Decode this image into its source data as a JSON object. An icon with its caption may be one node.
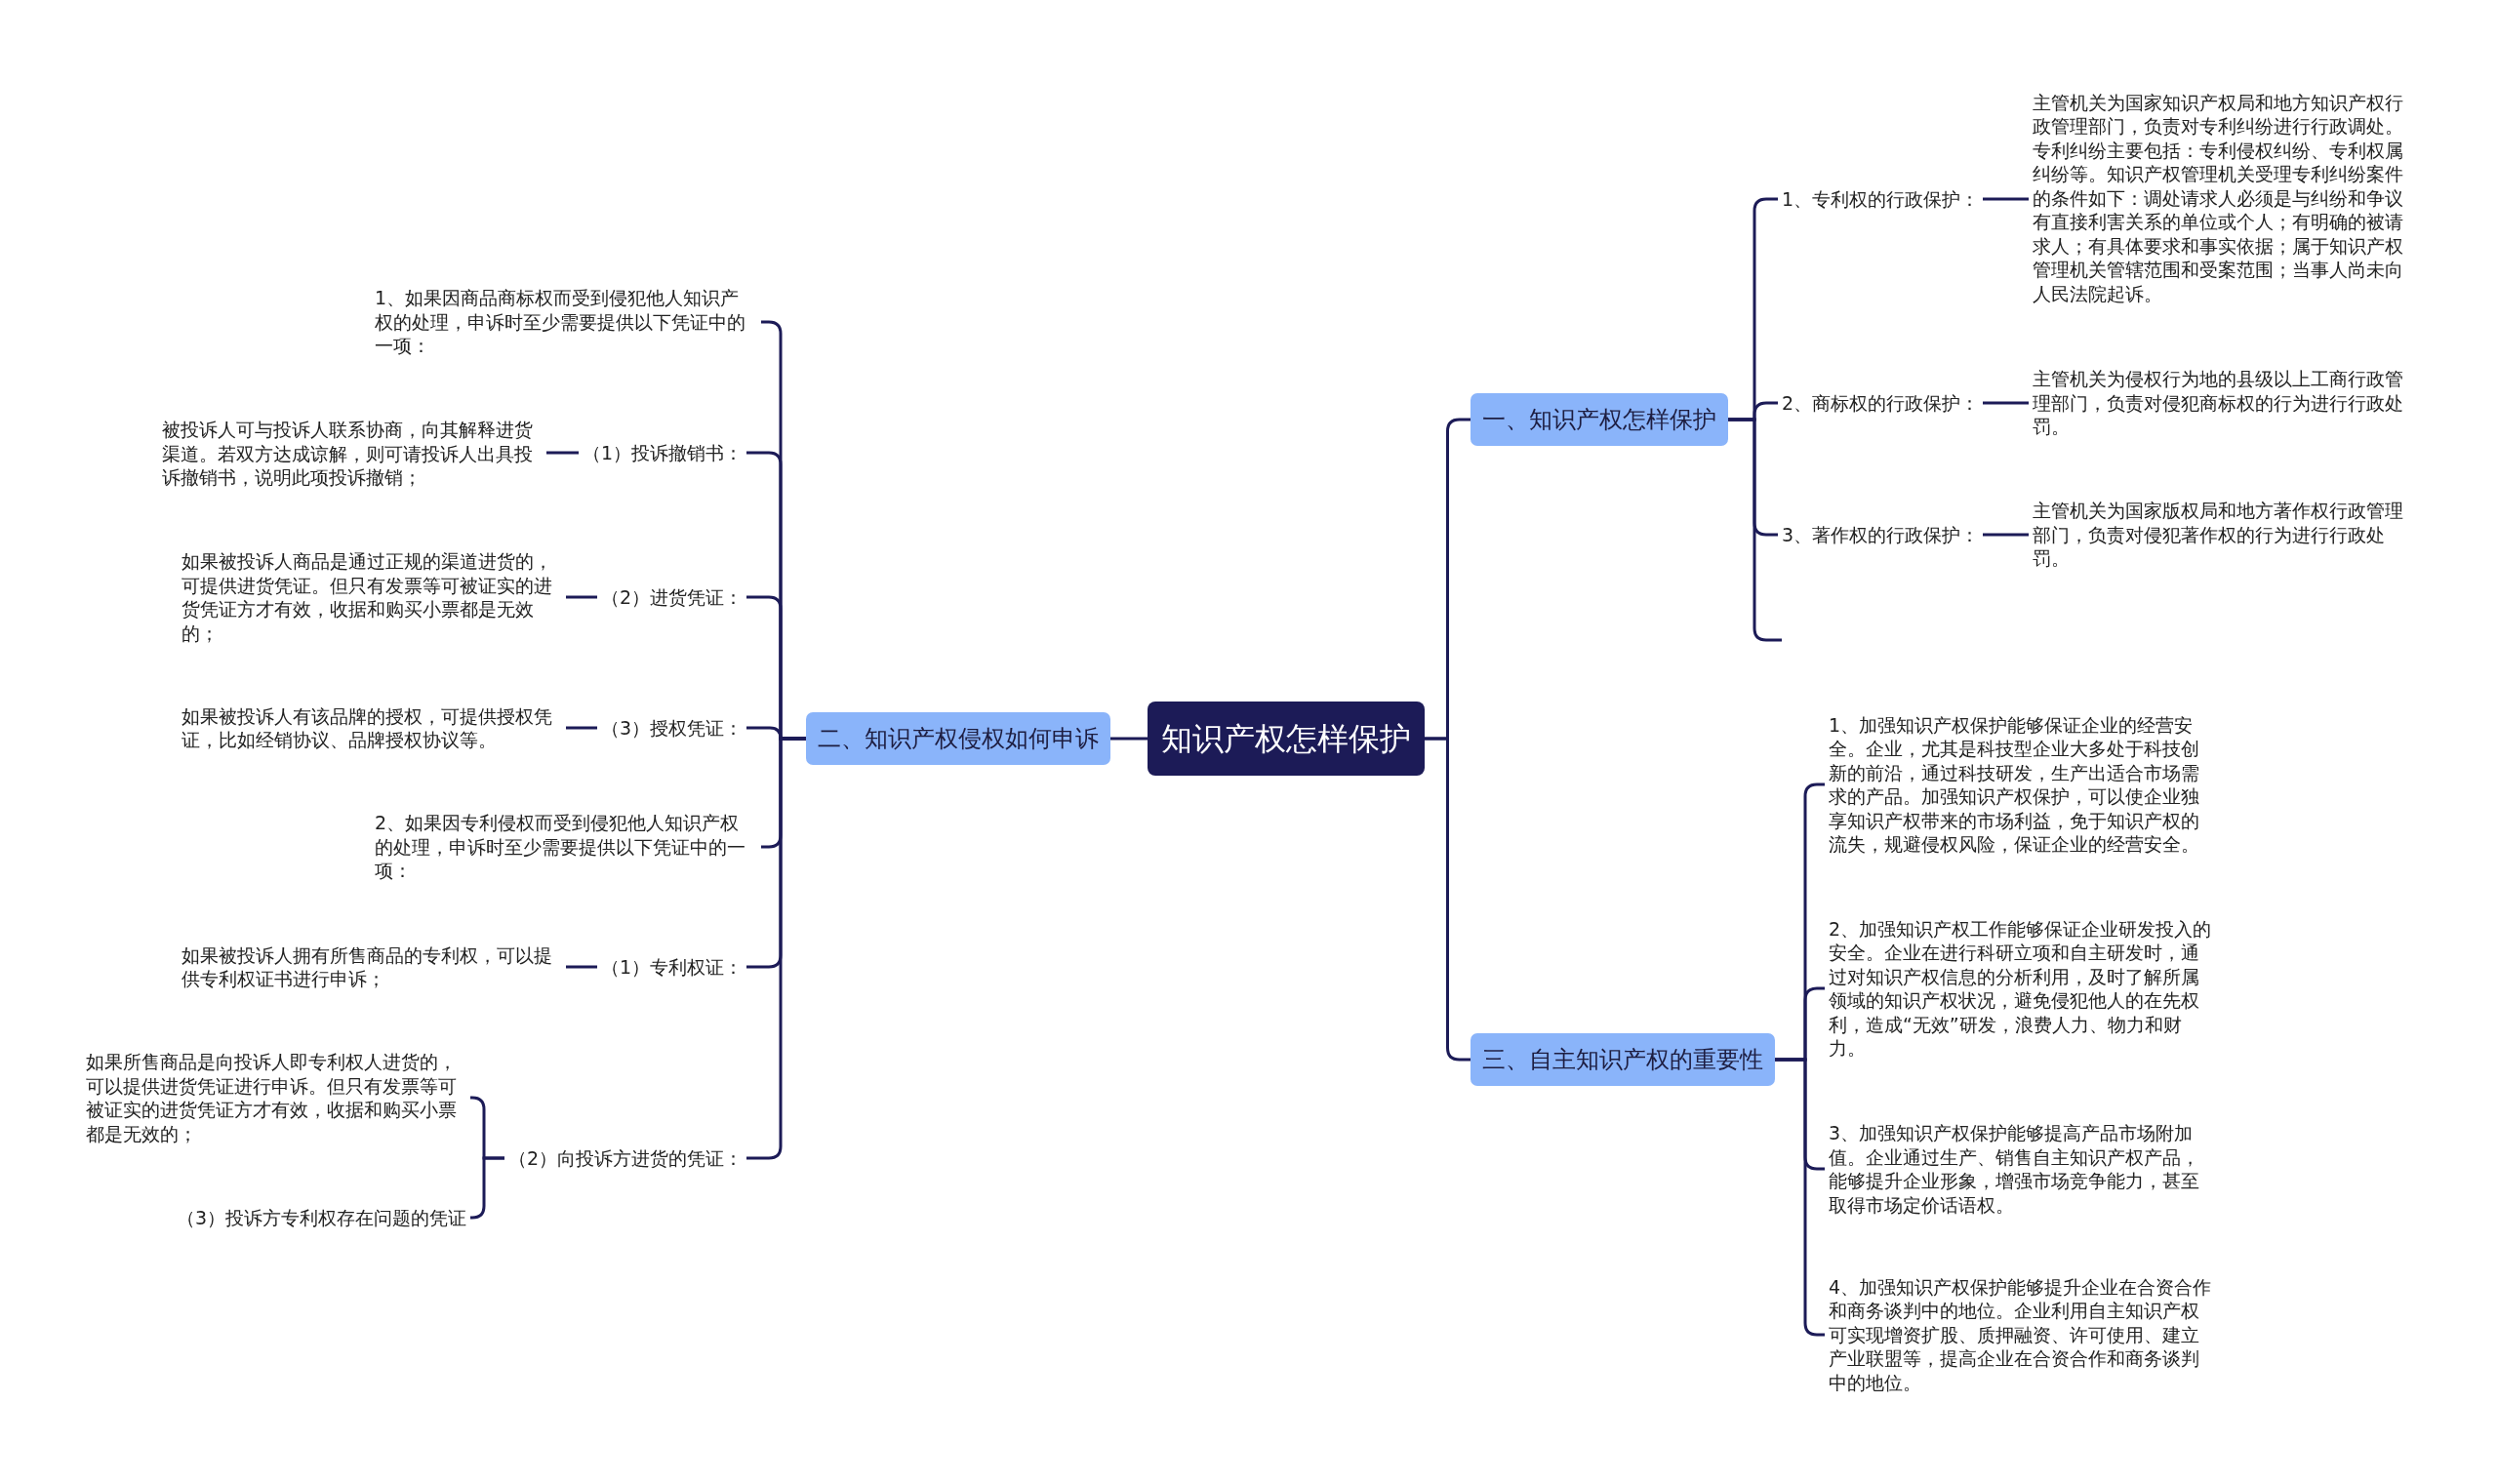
{
  "diagram": {
    "nodes": [
      {
        "text": [
          "知识产权怎样保护"
        ]
      },
      {
        "text": [
          "一、知识产权怎样保护"
        ]
      },
      {
        "text": [
          "1、专利权的行政保护："
        ]
      },
      {
        "text": [
          "主管机关为国家知识产权局和地方知识产权行政管理部门，负责对专利纠纷进行行政调处。专利纠纷主要包括：专利侵权纠纷、专利权属纠纷等。知识产权管理机关受理专利纠纷案件的条件如下：调处请求人必须是与纠纷和争议有直接利害关系的单位或个人；有明确的被请求人；有具体要求和事实依据；属于知识产权管理机关管辖范围和受案范围；当事人尚未向人民法院起诉。"
        ]
      },
      {
        "text": [
          "2、商标权的行政保护："
        ]
      },
      {
        "text": [
          "主管机关为侵权行为地的县级以上工商行政管理部门，负责对侵犯商标权的行为进行行政处罚。"
        ]
      },
      {
        "text": [
          "3、著作权的行政保护："
        ]
      },
      {
        "text": [
          "主管机关为国家版权局和地方著作权行政管理部门，负责对侵犯著作权的行为进行行政处罚。"
        ]
      },
      {
        "text": [
          "二、知识产权侵权如何申诉"
        ]
      },
      {
        "text": [
          "1、如果因商品商标权而受到侵犯他人知识产权的处理，申诉时至少需要提供以下凭证中的一项："
        ]
      },
      {
        "text": [
          "（1）投诉撤销书："
        ]
      },
      {
        "text": [
          "被投诉人可与投诉人联系协商，向其解释进货渠道。若双方达成谅解，则可请投诉人出具投诉撤销书，说明此项投诉撤销；"
        ]
      },
      {
        "text": [
          "（2）进货凭证："
        ]
      },
      {
        "text": [
          "如果被投诉人商品是通过正规的渠道进货的，可提供进货凭证。但只有发票等可被证实的进货凭证方才有效，收据和购买小票都是无效的；"
        ]
      },
      {
        "text": [
          "（3）授权凭证："
        ]
      },
      {
        "text": [
          "如果被投诉人有该品牌的授权，可提供授权凭证，比如经销协议、品牌授权协议等。"
        ]
      },
      {
        "text": [
          "2、如果因专利侵权而受到侵犯他人知识产权的处理，申诉时至少需要提供以下凭证中的一项："
        ]
      },
      {
        "text": [
          "（1）专利权证："
        ]
      },
      {
        "text": [
          "如果被投诉人拥有所售商品的专利权，可以提供专利权证书进行申诉；"
        ]
      },
      {
        "text": [
          "（2）向投诉方进货的凭证："
        ]
      },
      {
        "text": [
          "如果所售商品是向投诉人即专利权人进货的，可以提供进货凭证进行申诉。但只有发票等可被证实的进货凭证方才有效，收据和购买小票都是无效的；"
        ]
      },
      {
        "text": [
          "（3）投诉方专利权存在问题的凭证"
        ]
      },
      {
        "text": [
          "三、自主知识产权的重要性"
        ]
      },
      {
        "text": [
          "1、加强知识产权保护能够保证企业的经营安全。企业，尤其是科技型企业大多处于科技创新的前沿，通过科技研发，生产出适合市场需求的产品。加强知识产权保护，可以使企业独享知识产权带来的市场利益，免于知识产权的流失，规避侵权风险，保证企业的经营安全。"
        ]
      },
      {
        "text": [
          "2、加强知识产权工作能够保证企业研发投入的安全。企业在进行科研立项和自主研发时，通过对知识产权信息的分析利用，及时了解所属领域的知识产权状况，避免侵犯他人的在先权利，造成“无效”研发，浪费人力、物力和财力。"
        ]
      },
      {
        "text": [
          "3、加强知识产权保护能够提高产品市场附加值。企业通过生产、销售自主知识产权产品，能够提升企业形象，增强市场竞争能力，甚至取得市场定价话语权。"
        ]
      },
      {
        "text": [
          "4、加强知识产权保护能够提升企业在合资合作和商务谈判中的地位。企业利用自主知识产权可实现增资扩股、质押融资、许可使用、建立产业联盟等，提高企业在合资合作和商务谈判中的地位。"
        ]
      }
    ],
    "edges": [
      {
        "from": 0,
        "to": 1,
        "arrow": "none"
      },
      {
        "from": 0,
        "to": 8,
        "arrow": "none"
      },
      {
        "from": 0,
        "to": 22,
        "arrow": "none"
      },
      {
        "from": 1,
        "to": 2,
        "arrow": "none"
      },
      {
        "from": 1,
        "to": 4,
        "arrow": "none"
      },
      {
        "from": 1,
        "to": 6,
        "arrow": "none"
      },
      {
        "from": 1,
        "to": null,
        "arrow": "none"
      },
      {
        "from": 2,
        "to": 3,
        "arrow": "none"
      },
      {
        "from": 4,
        "to": 5,
        "arrow": "none"
      },
      {
        "from": 6,
        "to": 7,
        "arrow": "none"
      },
      {
        "from": 8,
        "to": 9,
        "arrow": "none"
      },
      {
        "from": 8,
        "to": 10,
        "arrow": "none"
      },
      {
        "from": 8,
        "to": 12,
        "arrow": "none"
      },
      {
        "from": 8,
        "to": 14,
        "arrow": "none"
      },
      {
        "from": 8,
        "to": 16,
        "arrow": "none"
      },
      {
        "from": 8,
        "to": 17,
        "arrow": "none"
      },
      {
        "from": 8,
        "to": 19,
        "arrow": "none"
      },
      {
        "from": 10,
        "to": 11,
        "arrow": "none"
      },
      {
        "from": 12,
        "to": 13,
        "arrow": "none"
      },
      {
        "from": 14,
        "to": 15,
        "arrow": "none"
      },
      {
        "from": 17,
        "to": 18,
        "arrow": "none"
      },
      {
        "from": 19,
        "to": 20,
        "arrow": "none"
      },
      {
        "from": 19,
        "to": 21,
        "arrow": "none"
      },
      {
        "from": 22,
        "to": 23,
        "arrow": "none"
      },
      {
        "from": 22,
        "to": 24,
        "arrow": "none"
      },
      {
        "from": 22,
        "to": 25,
        "arrow": "none"
      },
      {
        "from": 22,
        "to": 26,
        "arrow": "none"
      }
    ]
  }
}
